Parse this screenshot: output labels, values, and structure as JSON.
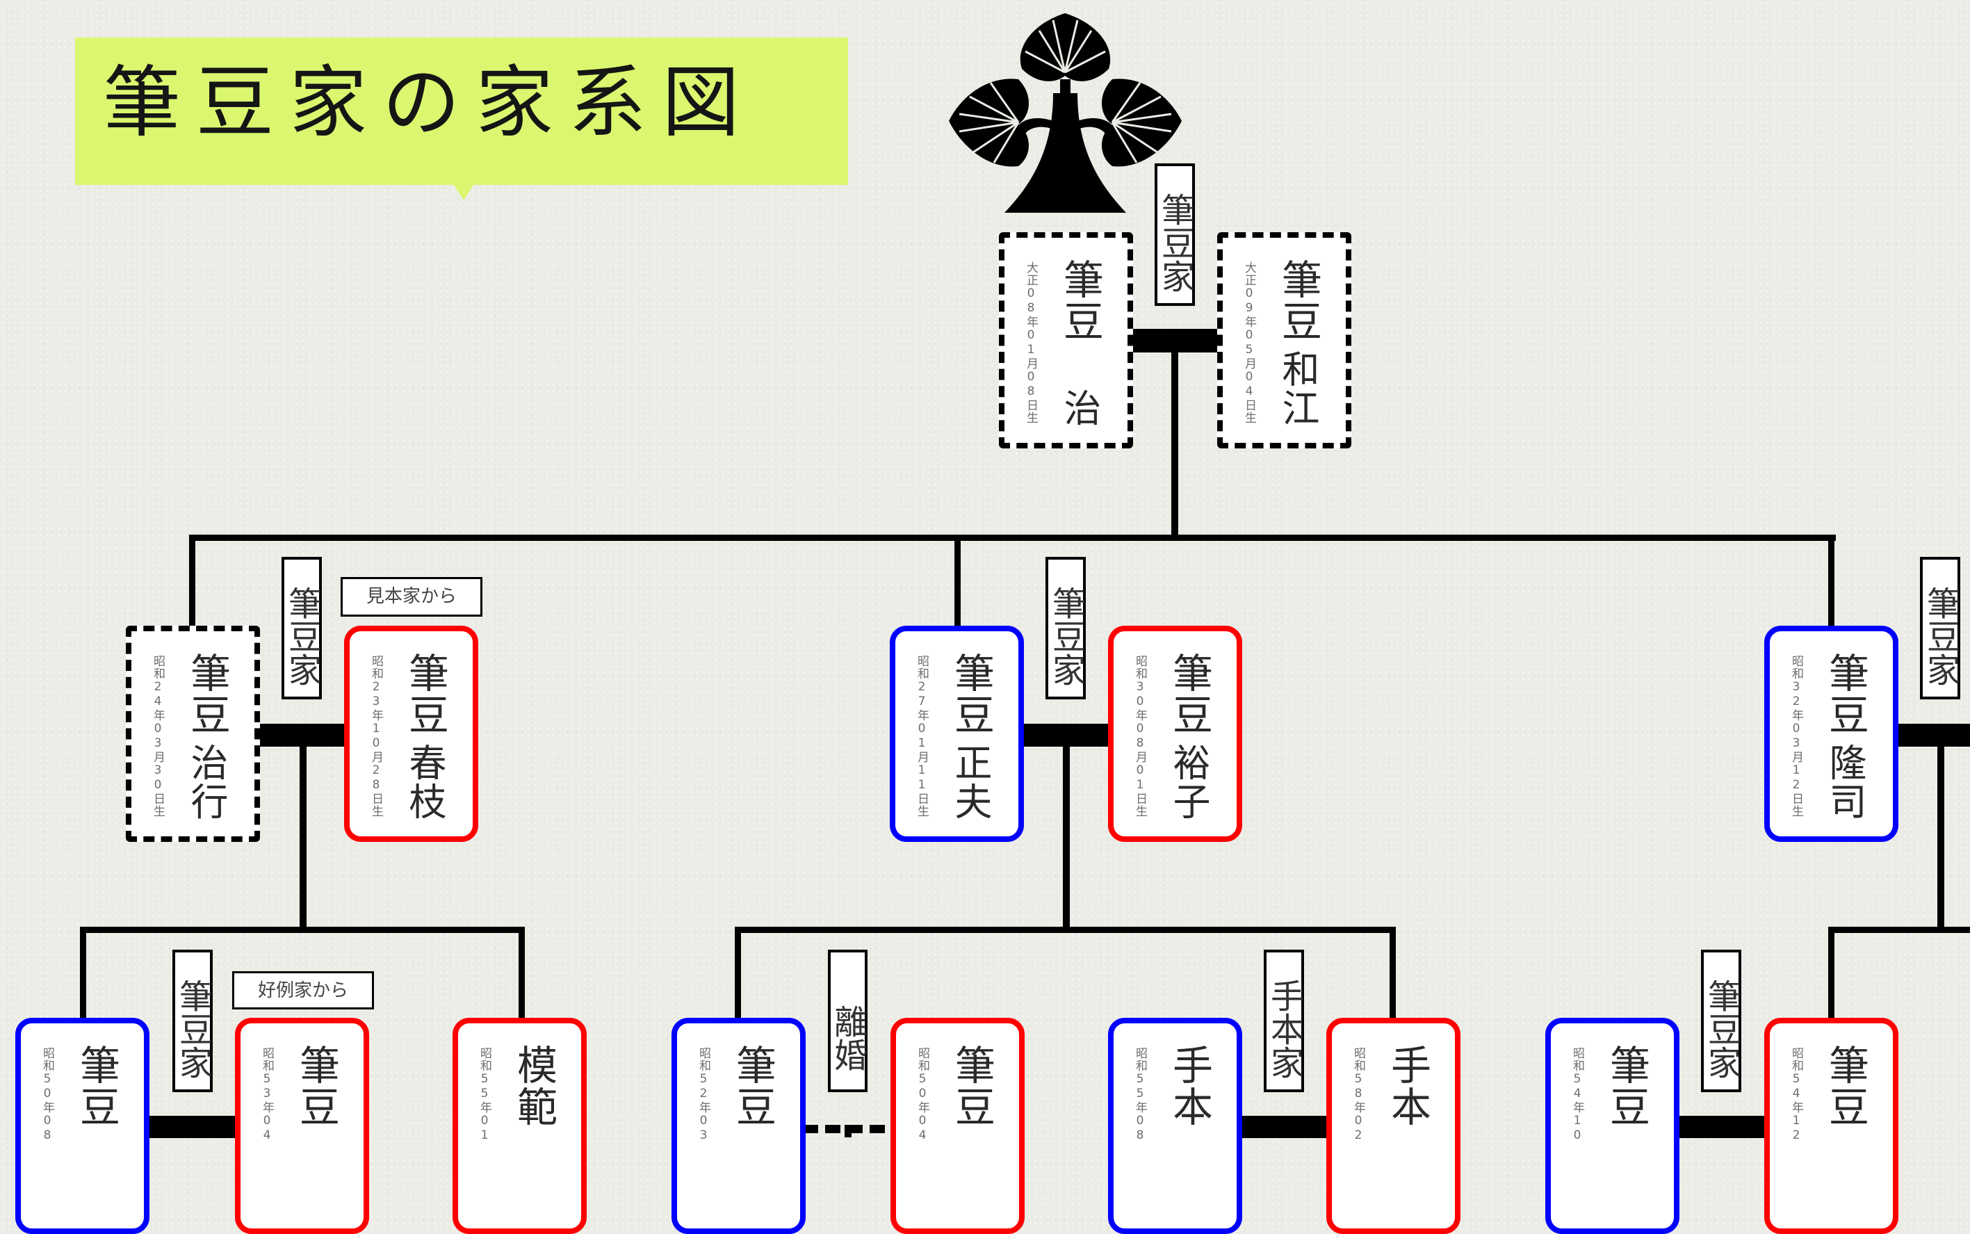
{
  "title": "筆豆家の家系図",
  "colors": {
    "male": "#0000ff",
    "female": "#ff0000",
    "title_bg": "#daf76f"
  },
  "crest_icon": "paulownia-family-crest",
  "tags": {
    "fude": "筆豆家",
    "rikon": "離婚",
    "tehon": "手本家"
  },
  "from_labels": {
    "mihon": "見本家から",
    "koure": "好例家から"
  },
  "people": [
    {
      "id": "osamu",
      "surname": "筆豆",
      "given": "治",
      "date": "大正08年01月08日生",
      "status": "deceased"
    },
    {
      "id": "kazue",
      "surname": "筆豆",
      "given": "和江",
      "date": "大正09年05月04日生",
      "status": "deceased"
    },
    {
      "id": "haruyuki",
      "surname": "筆豆",
      "given": "治行",
      "date": "昭和24年03月30日生",
      "status": "deceased"
    },
    {
      "id": "harue",
      "surname": "筆豆",
      "given": "春枝",
      "date": "昭和23年10月28日生",
      "status": "female"
    },
    {
      "id": "masao",
      "surname": "筆豆",
      "given": "正夫",
      "date": "昭和27年01月11日生",
      "status": "male"
    },
    {
      "id": "yuko",
      "surname": "筆豆",
      "given": "裕子",
      "date": "昭和30年08月01日生",
      "status": "female"
    },
    {
      "id": "takashi",
      "surname": "筆豆",
      "given": "隆司",
      "date": "昭和32年03月12日生",
      "status": "male"
    },
    {
      "id": "c1",
      "surname": "筆豆",
      "given": "",
      "date": "昭和50年08",
      "status": "male"
    },
    {
      "id": "c2",
      "surname": "筆豆",
      "given": "",
      "date": "昭和53年04",
      "status": "female"
    },
    {
      "id": "c3",
      "surname": "模範",
      "given": "",
      "date": "昭和55年01",
      "status": "female"
    },
    {
      "id": "c4",
      "surname": "筆豆",
      "given": "",
      "date": "昭和52年03",
      "status": "male"
    },
    {
      "id": "c5",
      "surname": "筆豆",
      "given": "",
      "date": "昭和50年04",
      "status": "female"
    },
    {
      "id": "c6",
      "surname": "手本",
      "given": "",
      "date": "昭和55年08",
      "status": "male"
    },
    {
      "id": "c7",
      "surname": "手本",
      "given": "",
      "date": "昭和58年02",
      "status": "female"
    },
    {
      "id": "c8",
      "surname": "筆豆",
      "given": "",
      "date": "昭和54年10",
      "status": "male"
    },
    {
      "id": "c9",
      "surname": "筆豆",
      "given": "",
      "date": "昭和54年12",
      "status": "female"
    }
  ]
}
